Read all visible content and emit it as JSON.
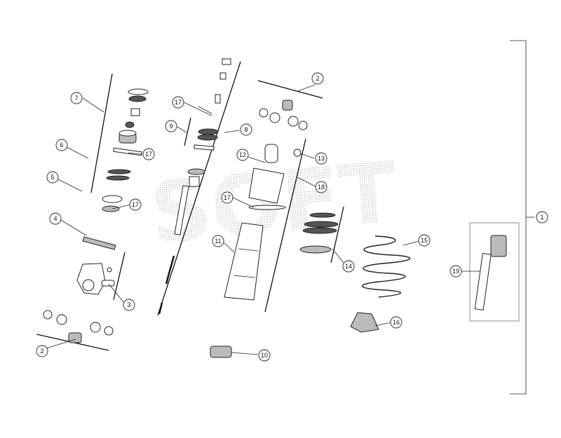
{
  "watermark": "SOFT",
  "callouts": {
    "c1": "1",
    "c2a": "2",
    "c2b": "2",
    "c3": "3",
    "c4": "4",
    "c5": "5",
    "c6": "6",
    "c7": "7",
    "c8": "8",
    "c9": "9",
    "c10": "10",
    "c11": "11",
    "c12": "12",
    "c13": "13",
    "c14": "14",
    "c15": "15",
    "c16": "16",
    "c17a": "17",
    "c17b": "17",
    "c17c": "17",
    "c17d": "17",
    "c18": "18",
    "c19": "19"
  }
}
